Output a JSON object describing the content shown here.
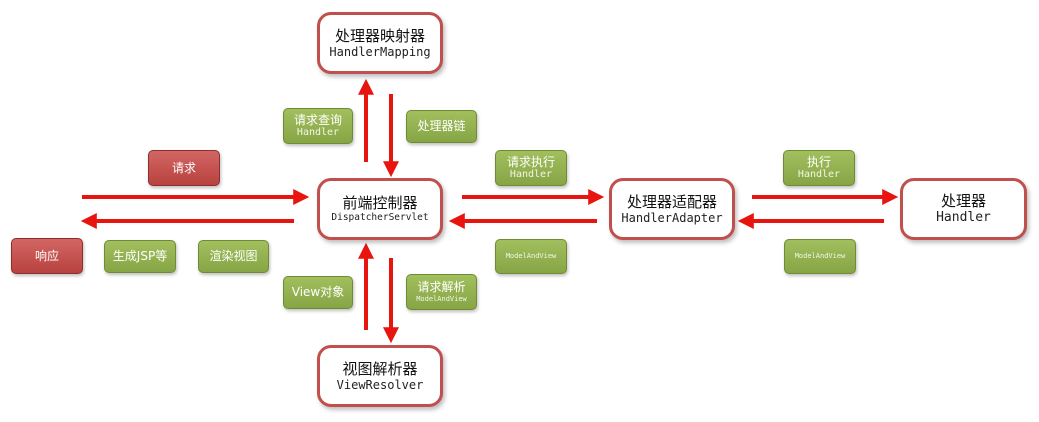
{
  "nodes": {
    "handler_mapping": {
      "cn": "处理器映射器",
      "en": "HandlerMapping"
    },
    "dispatcher": {
      "cn": "前端控制器",
      "en": "DispatcherServlet"
    },
    "handler_adapter": {
      "cn": "处理器适配器",
      "en": "HandlerAdapter"
    },
    "handler": {
      "cn": "处理器",
      "en": "Handler"
    },
    "view_resolver": {
      "cn": "视图解析器",
      "en": "ViewResolver"
    }
  },
  "labels": {
    "request": "请求",
    "response": "响应",
    "generate_jsp": "生成JSP等",
    "render_view": "渲染视图",
    "query_handler": {
      "line1": "请求查询",
      "line2": "Handler"
    },
    "handler_chain": "处理器链",
    "execute_request": {
      "line1": "请求执行",
      "line2": "Handler"
    },
    "execute": {
      "line1": "执行",
      "line2": "Handler"
    },
    "model_and_view_1": "ModelAndView",
    "model_and_view_2": "ModelAndView",
    "view_object": "View对象",
    "parse_request": {
      "line1": "请求解析",
      "line2": "ModelAndView"
    }
  },
  "colors": {
    "arrow": "#e8140f",
    "node_border": "#c0504d",
    "tag_green": "#93b150",
    "tag_red": "#c0504d"
  }
}
